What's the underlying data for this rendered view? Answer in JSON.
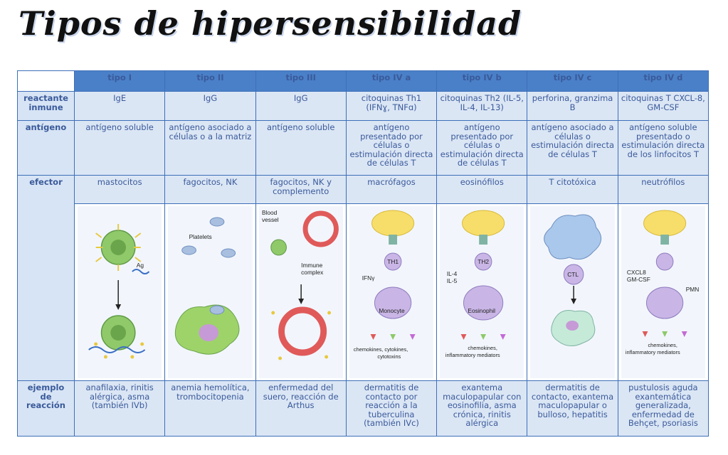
{
  "title": "Tipos de hipersensibilidad",
  "columns": [
    "tipo I",
    "tipo II",
    "tipo III",
    "tipo IV a",
    "tipo IV b",
    "tipo IV c",
    "tipo IV d"
  ],
  "rows": {
    "reactante": {
      "label": "reactante inmune",
      "cells": [
        "IgE",
        "IgG",
        "IgG",
        "citoquinas Th1 (IFNɣ, TNFɑ)",
        "citoquinas Th2 (IL-5, IL-4, IL-13)",
        "perforina, granzima B",
        "citoquinas T CXCL-8, GM-CSF"
      ]
    },
    "antigeno": {
      "label": "antígeno",
      "cells": [
        "antígeno soluble",
        "antígeno asociado a células o a la matriz",
        "antígeno soluble",
        "antígeno presentado por células o estimulación directa de células T",
        "antígeno presentado por células o estimulación directa de células T",
        "antígeno asociado a células o estimulación directa de células T",
        "antígeno soluble presentado o estimulación directa de los linfocitos T"
      ]
    },
    "efector": {
      "label": "efector",
      "cells": [
        "mastocitos",
        "fagocitos, NK",
        "fagocitos, NK y complemento",
        "macrófagos",
        "eosinófilos",
        "T citotóxica",
        "neutrófilos"
      ]
    },
    "ejemplo": {
      "label": "ejemplo de reacción",
      "cells": [
        "anafilaxia, rinitis alérgica, asma (también IVb)",
        "anemia hemolítica, trombocitopenia",
        "enfermedad del suero, reacción de Arthus",
        "dermatitis de contacto por reacción a la tuberculina (también IVc)",
        "exantema maculopapular con eosinofilia, asma crónica, rinitis alérgica",
        "dermatitis de contacto, exantema maculopapular o bulloso, hepatitis",
        "pustulosis aguda exantemática generalizada, enfermedad de Behçet, psoriasis"
      ]
    }
  },
  "illustrations": {
    "t1": {
      "ag": "Ag"
    },
    "t2": {
      "platelets": "Platelets"
    },
    "t3": {
      "vessel1": "Blood",
      "vessel2": "vessel",
      "ic1": "Immune",
      "ic2": "complex"
    },
    "t4a": {
      "th": "TH1",
      "cyto": "IFNγ",
      "cell": "Monocyte",
      "out1": "chemokines, cytokines,",
      "out2": "cytotoxins"
    },
    "t4b": {
      "th": "TH2",
      "il4": "IL-4",
      "il5": "IL-5",
      "cell": "Eosinophil",
      "out1": "chemokines,",
      "out2": "inflammatory mediators"
    },
    "t4c": {
      "th": "CTL"
    },
    "t4d": {
      "cx1": "CXCL8",
      "cx2": "GM-CSF",
      "pmn": "PMN",
      "out1": "chemokines,",
      "out2": "inflammatory mediators"
    }
  },
  "colors": {
    "header": "#4a80c8",
    "cell": "#dbe6f5",
    "border": "#3d6fb8",
    "text": "#3a5a9a"
  }
}
